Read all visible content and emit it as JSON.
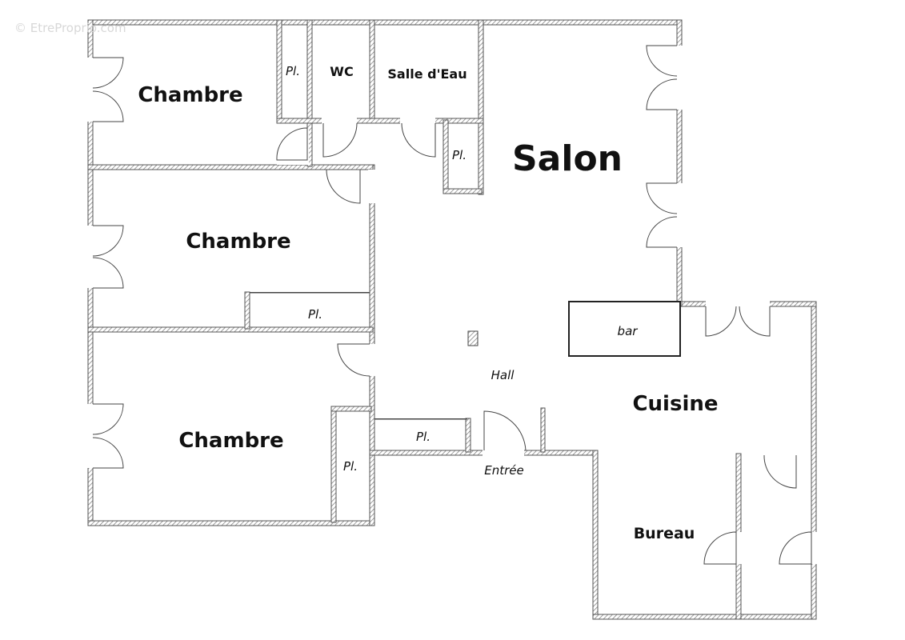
{
  "watermark": "© EtreProprio.com",
  "rooms": {
    "chambre_1": "Chambre",
    "chambre_2": "Chambre",
    "chambre_3": "Chambre",
    "pl_top": "Pl.",
    "wc": "WC",
    "salle_eau": "Salle d'Eau",
    "pl_salle": "Pl.",
    "salon": "Salon",
    "pl_chambre2": "Pl.",
    "bar": "bar",
    "hall": "Hall",
    "cuisine": "Cuisine",
    "pl_hall": "Pl.",
    "pl_chambre3": "Pl.",
    "entree": "Entrée",
    "bureau": "Bureau"
  },
  "colors": {
    "wall": "#555555",
    "line": "#222222"
  }
}
